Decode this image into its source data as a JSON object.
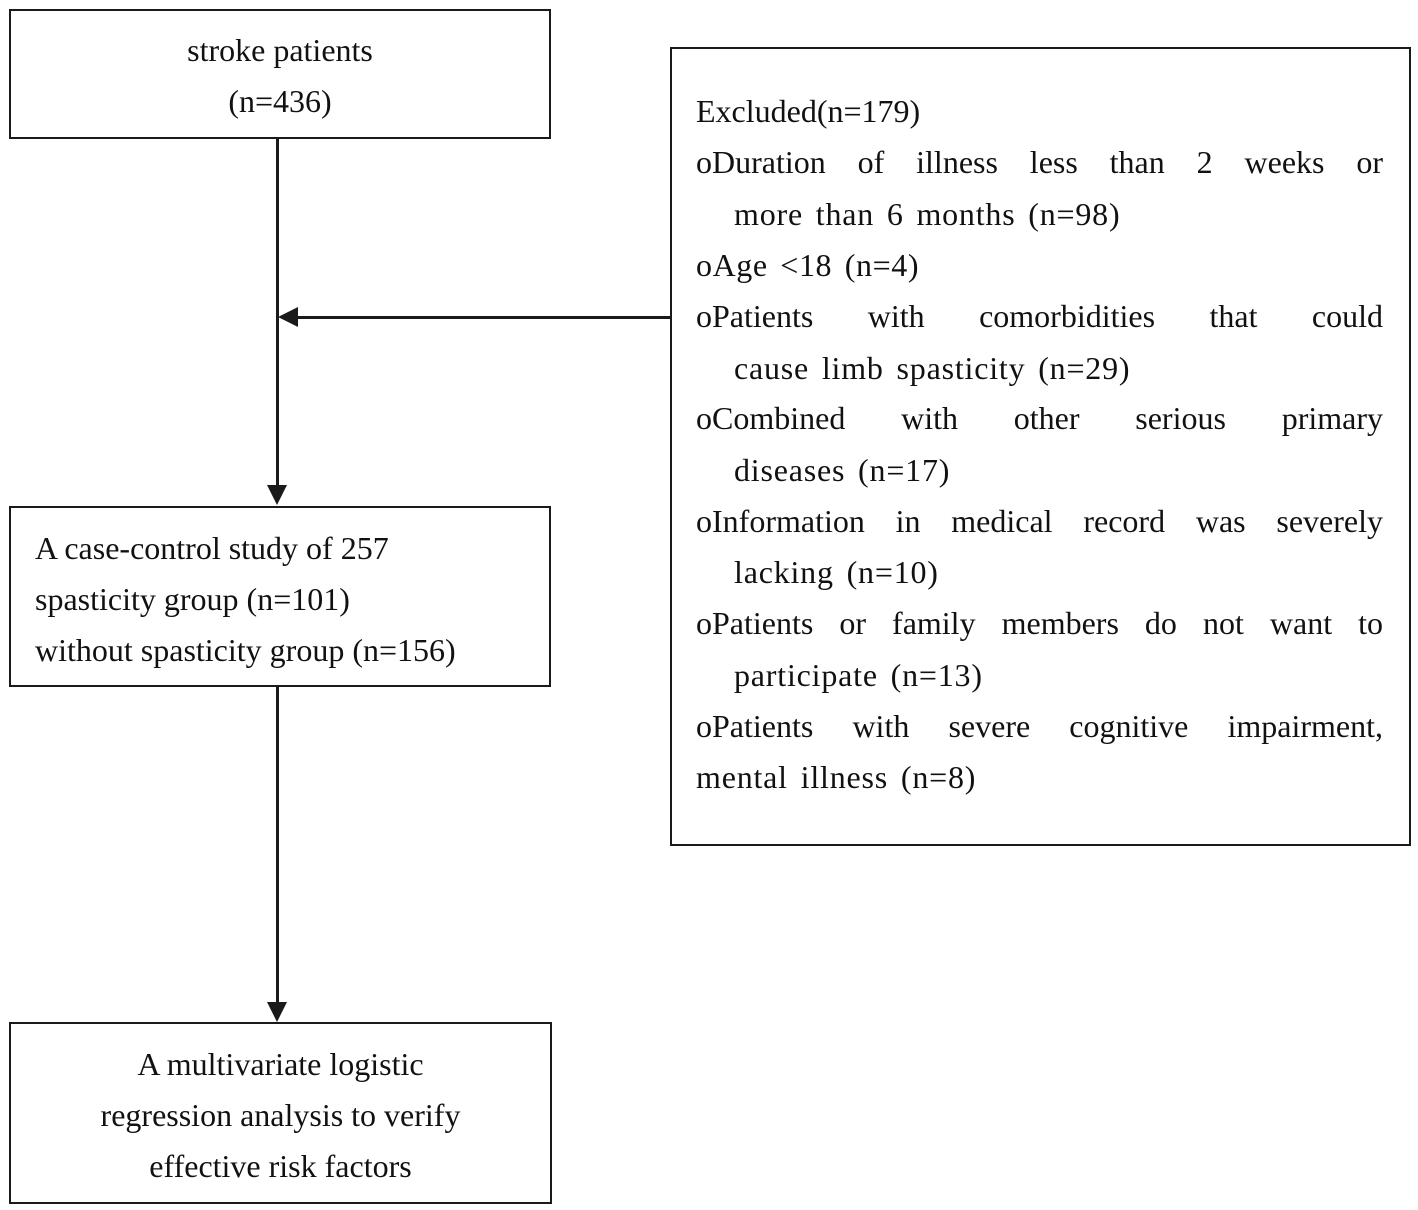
{
  "stroke_box": {
    "line1": "stroke patients",
    "line2": "(n=436)"
  },
  "study_box": {
    "line1": "A case-control study of 257",
    "line2": "spasticity group (n=101)",
    "line3": "without spasticity group (n=156)"
  },
  "analysis_box": {
    "line1": "A multivariate logistic",
    "line2": "regression analysis to verify",
    "line3": "effective risk factors"
  },
  "excluded_box": {
    "title": "Excluded(n=179)",
    "items": [
      {
        "line1": "oDuration of illness less than 2 weeks or",
        "line2": "more than 6 months (n=98)"
      },
      {
        "line1": "oAge <18 (n=4)"
      },
      {
        "line1": "oPatients with comorbidities that could",
        "line2": "cause limb spasticity (n=29)"
      },
      {
        "line1": "oCombined with other serious primary",
        "line2": "diseases (n=17)"
      },
      {
        "line1": "oInformation in medical record was severely",
        "line2": "lacking (n=10)"
      },
      {
        "line1": "oPatients or family members do not want to",
        "line2": "participate (n=13)"
      },
      {
        "line1": "oPatients with severe cognitive impairment,",
        "line2": "mental illness (n=8)"
      }
    ]
  }
}
